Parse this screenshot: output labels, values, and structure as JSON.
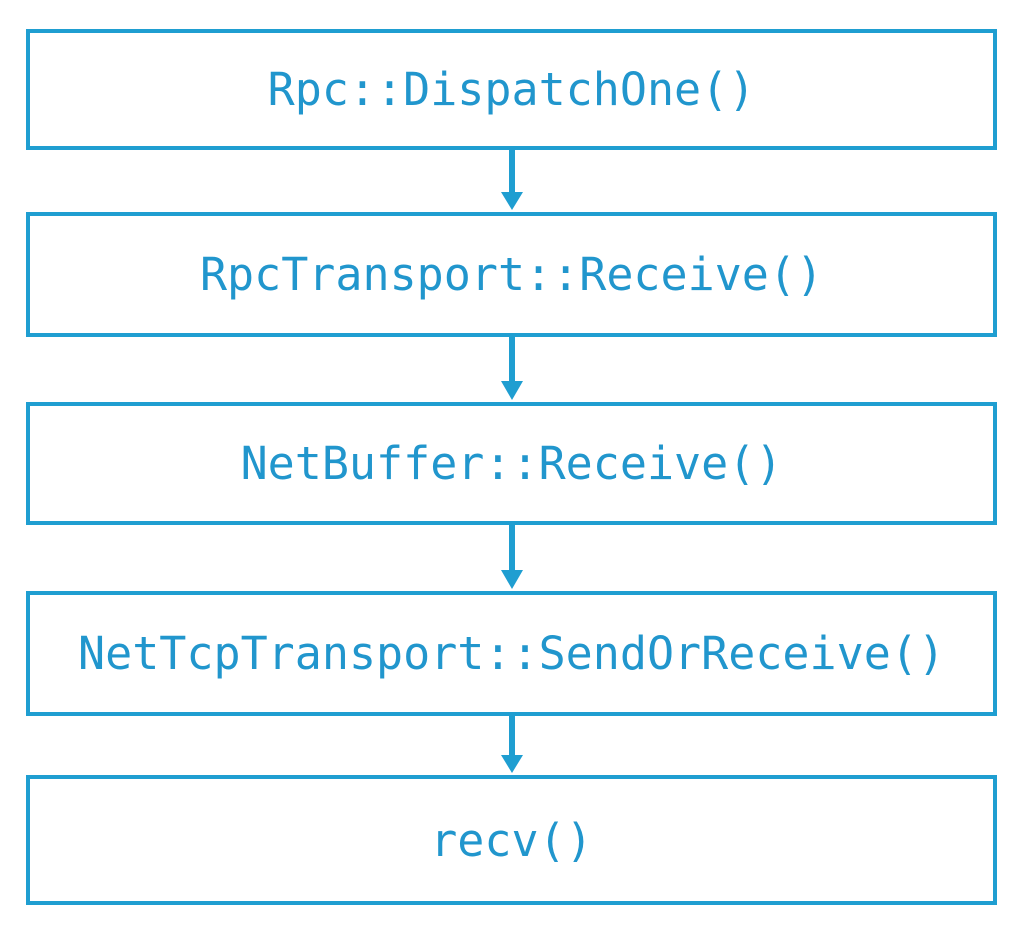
{
  "diagram": {
    "type": "flowchart-vertical-call-stack",
    "background_color": "#ffffff",
    "accent_color": "#2196cd",
    "border_color": "#1f9ed1",
    "nodes": [
      {
        "id": "node-1",
        "label": "Rpc::DispatchOne()"
      },
      {
        "id": "node-2",
        "label": "RpcTransport::Receive()"
      },
      {
        "id": "node-3",
        "label": "NetBuffer::Receive()"
      },
      {
        "id": "node-4",
        "label": "NetTcpTransport::SendOrReceive()"
      },
      {
        "id": "node-5",
        "label": "recv()"
      }
    ],
    "edges": [
      {
        "id": "arrow-1",
        "from": "node-1",
        "to": "node-2",
        "direction": "down"
      },
      {
        "id": "arrow-2",
        "from": "node-2",
        "to": "node-3",
        "direction": "down"
      },
      {
        "id": "arrow-3",
        "from": "node-3",
        "to": "node-4",
        "direction": "down"
      },
      {
        "id": "arrow-4",
        "from": "node-4",
        "to": "node-5",
        "direction": "down"
      }
    ]
  }
}
